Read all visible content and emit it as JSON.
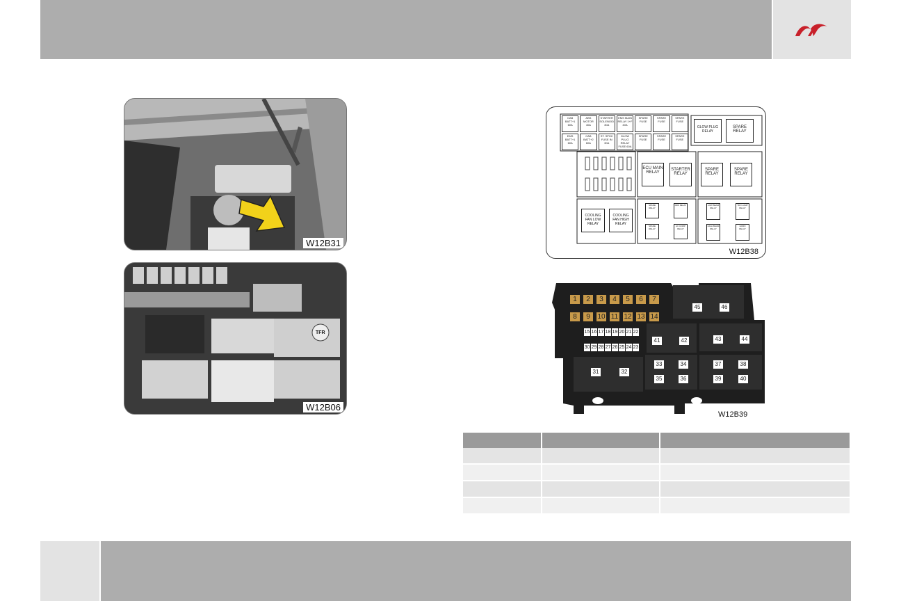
{
  "colors": {
    "header": "#adadad",
    "logo_box": "#e3e3e3",
    "logo": "#c8202a",
    "fuse_highlight": "#c89a4a"
  },
  "photos": {
    "top": {
      "label": "W12B31"
    },
    "bottom": {
      "label": "W12B06",
      "relay_text": "TFR"
    }
  },
  "diagram_top": {
    "label": "W12B38",
    "fuse_row1": [
      "CAB BATT+1 60A",
      "ABS MOTOR 40A",
      "STARTER SOLENOID 30A",
      "EMS MAIN RELAY 1+F 40A",
      "SPARE FUSE",
      "SPARE FUSE",
      "SPARE FUSE"
    ],
    "fuse_row2": [
      "EMS BATT+1 60A",
      "CAB BATT+2 60A",
      "ST. SPHC FUSE IN 30A",
      "GLOW PLUG RELAY FUSE 60A",
      "SPARE FUSE",
      "SPARE FUSE",
      "SPARE FUSE"
    ],
    "glow_plug_relay": "GLOW PLUG RELAY",
    "spare_relay": "SPARE RELAY",
    "ecu_main_relay": "ECU MAIN RELAY",
    "starter_relay": "STARTER RELAY",
    "cooling_fan_low": "COOLING FAN LOW RELAY",
    "cooling_fan_high": "COOLING FAN HIGH RELAY",
    "small_relays_mid": [
      "SPARE RELAY",
      "DRS RELAY",
      "SPARE RELAY",
      "AC COMP RELAY"
    ],
    "small_relays_right": [
      "LOW BEAM RELAY",
      "TDO LAMP RELAY",
      "HIGH BEAM RELAY",
      "HORN RELAY"
    ]
  },
  "diagram_bottom": {
    "label": "W12B39",
    "fuses_top": [
      "1",
      "2",
      "3",
      "4",
      "5",
      "6",
      "7"
    ],
    "fuses_second": [
      "8",
      "9",
      "10",
      "11",
      "12",
      "13",
      "14"
    ],
    "mini_row1": [
      "15",
      "16",
      "17",
      "18",
      "19",
      "20",
      "21",
      "22"
    ],
    "mini_row2": [
      "30",
      "29",
      "28",
      "27",
      "26",
      "25",
      "24",
      "23"
    ],
    "relays": [
      "31",
      "32",
      "33",
      "34",
      "35",
      "36",
      "37",
      "38",
      "39",
      "40",
      "41",
      "42",
      "43",
      "44",
      "45",
      "46"
    ]
  },
  "table": {
    "rows": 4,
    "cols": 3
  }
}
